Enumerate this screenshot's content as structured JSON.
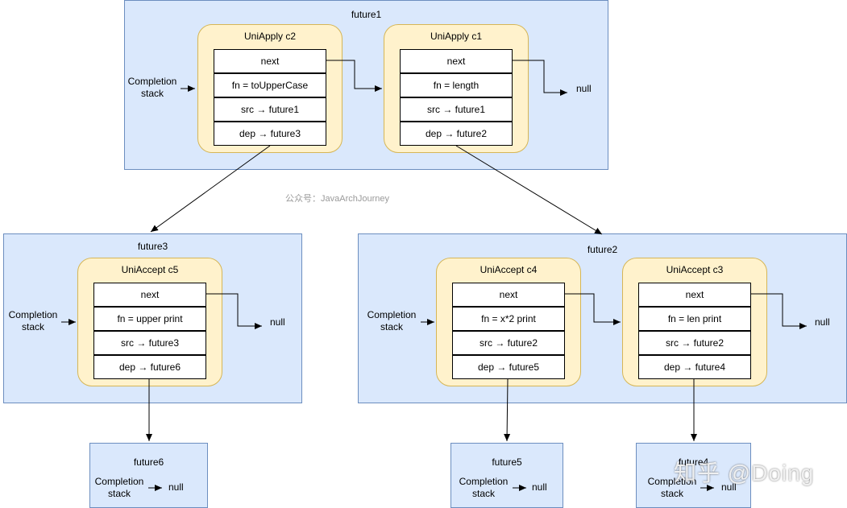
{
  "futures": {
    "future1": {
      "title": "future1",
      "stack_label": "Completion\nstack"
    },
    "future2": {
      "title": "future2",
      "stack_label": "Completion\nstack"
    },
    "future3": {
      "title": "future3",
      "stack_label": "Completion\nstack"
    },
    "future4": {
      "title": "future4",
      "stack_label": "Completion\nstack",
      "null_label": "null"
    },
    "future5": {
      "title": "future5",
      "stack_label": "Completion\nstack",
      "null_label": "null"
    },
    "future6": {
      "title": "future6",
      "stack_label": "Completion\nstack",
      "null_label": "null"
    }
  },
  "nodes": {
    "c2": {
      "title": "UniApply c2",
      "fields": [
        "next",
        "fn = toUpperCase",
        "src → future1",
        "dep → future3"
      ]
    },
    "c1": {
      "title": "UniApply c1",
      "fields": [
        "next",
        "fn = length",
        "src → future1",
        "dep → future2"
      ],
      "null_label": "null"
    },
    "c5": {
      "title": "UniAccept c5",
      "fields": [
        "next",
        "fn = upper print",
        "src → future3",
        "dep → future6"
      ],
      "null_label": "null"
    },
    "c4": {
      "title": "UniAccept c4",
      "fields": [
        "next",
        "fn = x*2 print",
        "src → future2",
        "dep → future5"
      ]
    },
    "c3": {
      "title": "UniAccept c3",
      "fields": [
        "next",
        "fn = len print",
        "src → future2",
        "dep → future4"
      ],
      "null_label": "null"
    }
  },
  "watermark": "公众号：JavaArchJourney",
  "brand_watermark": "知乎 @Doing"
}
